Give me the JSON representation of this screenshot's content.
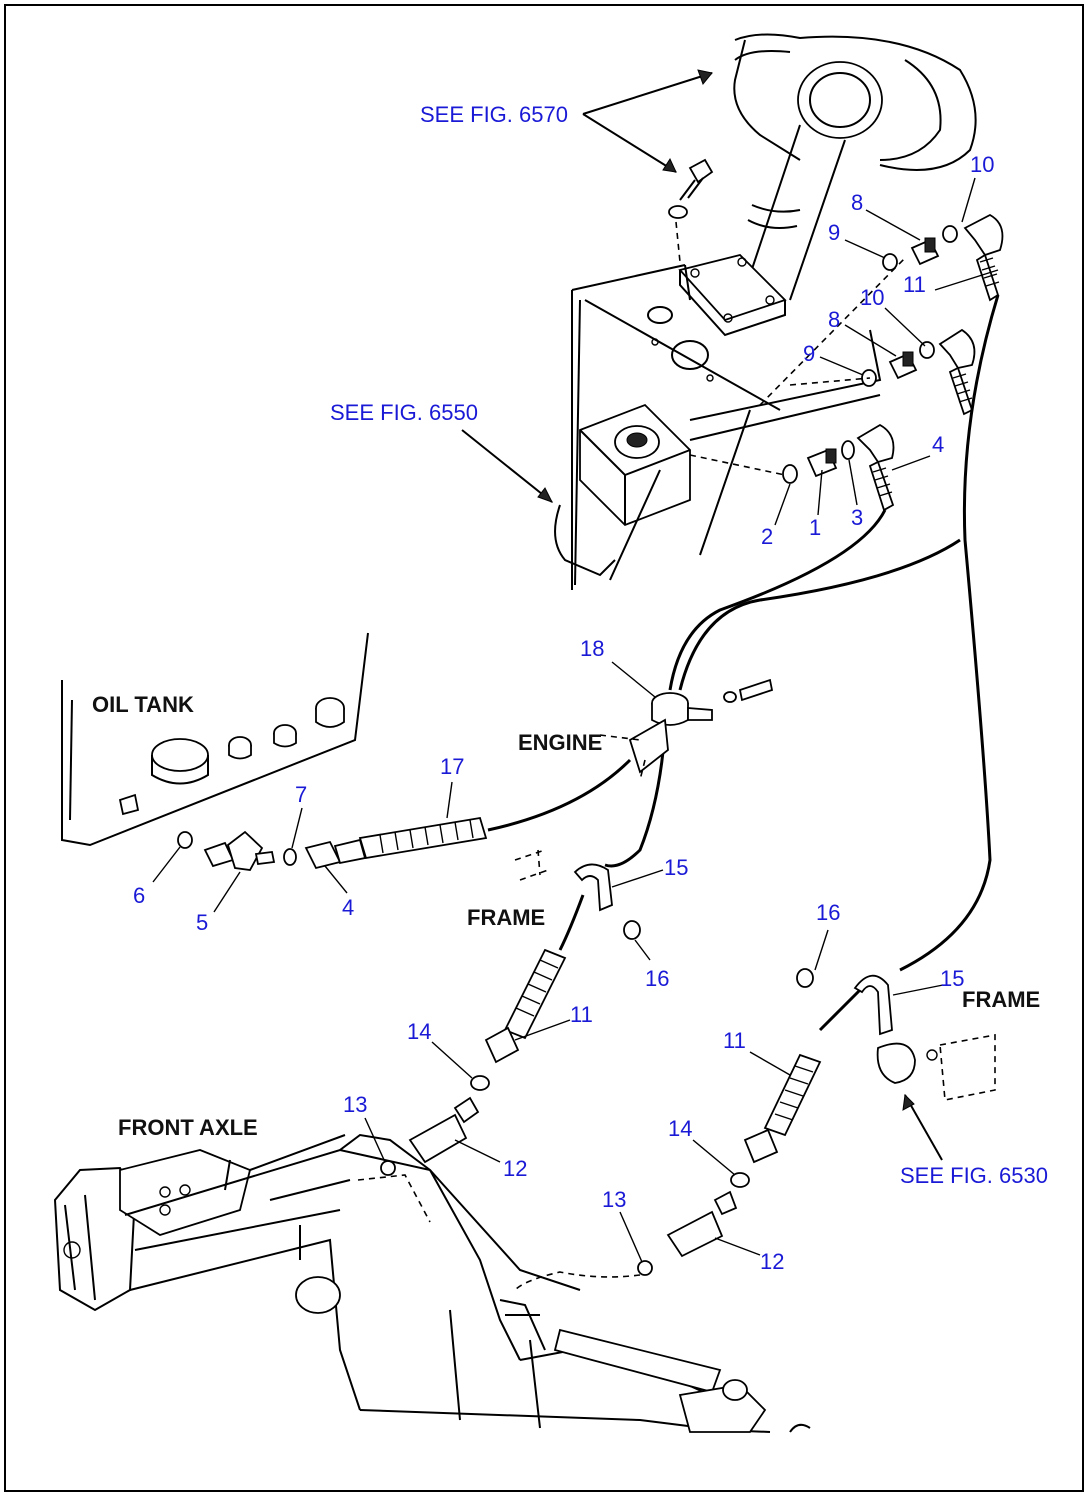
{
  "references": {
    "fig_6570": "SEE FIG. 6570",
    "fig_6550": "SEE FIG. 6550",
    "fig_6530": "SEE FIG. 6530"
  },
  "components": {
    "oil_tank": "OIL TANK",
    "engine": "ENGINE",
    "frame_left": "FRAME",
    "frame_right": "FRAME",
    "front_axle": "FRONT AXLE"
  },
  "callouts": {
    "c1": "1",
    "c2": "2",
    "c3": "3",
    "c4_upper": "4",
    "c4_lower": "4",
    "c5": "5",
    "c6": "6",
    "c7": "7",
    "c8_upper": "8",
    "c8_lower": "8",
    "c9_upper": "9",
    "c9_lower": "9",
    "c10_upper": "10",
    "c10_lower": "10",
    "c11_upper": "11",
    "c11_left": "11",
    "c11_right": "11",
    "c12_left": "12",
    "c12_right": "12",
    "c13_left": "13",
    "c13_right": "13",
    "c14_left": "14",
    "c14_right": "14",
    "c15_left": "15",
    "c15_right": "15",
    "c16_left": "16",
    "c16_right": "16",
    "c17": "17",
    "c18": "18"
  },
  "colors": {
    "callout": "#1a1ad6",
    "line": "#000000",
    "background": "#ffffff"
  }
}
